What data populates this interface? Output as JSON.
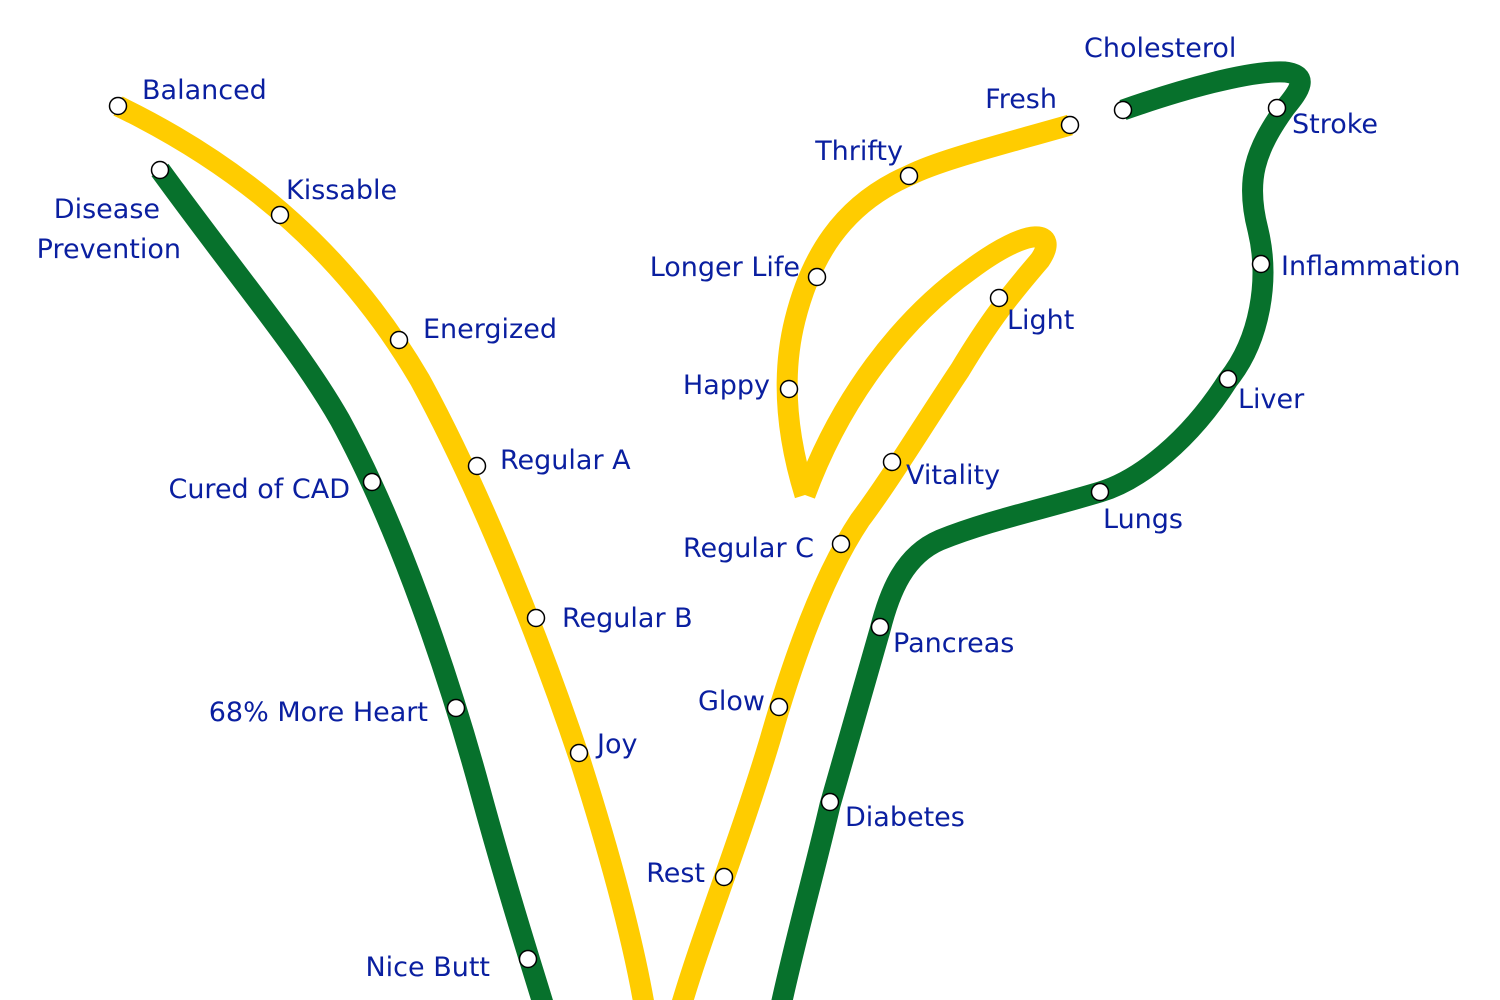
{
  "colors": {
    "yellow_line": "#ffcc00",
    "green_line": "#07712c",
    "label_text": "#0a1fa0",
    "station_fill": "#ffffff",
    "station_stroke": "#000000"
  },
  "lines": [
    {
      "name": "yellow-left",
      "color": "yellow",
      "stations": [
        "Balanced",
        "Kissable",
        "Energized",
        "Regular A",
        "Regular B",
        "Joy"
      ]
    },
    {
      "name": "green-left",
      "color": "green",
      "stations": [
        "Disease Prevention",
        "Cured of CAD",
        "68% More Heart",
        "Nice Butt"
      ]
    },
    {
      "name": "yellow-right",
      "color": "yellow",
      "stations": [
        "Fresh",
        "Thrifty",
        "Longer Life",
        "Happy",
        "Light",
        "Vitality",
        "Regular C",
        "Glow",
        "Rest"
      ]
    },
    {
      "name": "green-right",
      "color": "green",
      "stations": [
        "Cholesterol",
        "Stroke",
        "Inflammation",
        "Liver",
        "Lungs",
        "Pancreas",
        "Diabetes"
      ]
    }
  ],
  "labels": {
    "balanced": "Balanced",
    "kissable": "Kissable",
    "energized": "Energized",
    "regular_a": "Regular A",
    "regular_b": "Regular B",
    "joy": "Joy",
    "disease": "Disease",
    "prevention": "Prevention",
    "cured": "Cured of CAD",
    "heart": "68% More Heart",
    "butt": "Nice Butt",
    "fresh": "Fresh",
    "thrifty": "Thrifty",
    "longer": "Longer Life",
    "happy": "Happy",
    "light": "Light",
    "vitality": "Vitality",
    "regular_c": "Regular C",
    "glow": "Glow",
    "rest": "Rest",
    "cholesterol": "Cholesterol",
    "stroke": "Stroke",
    "inflammation": "Inflammation",
    "liver": "Liver",
    "lungs": "Lungs",
    "pancreas": "Pancreas",
    "diabetes": "Diabetes"
  }
}
